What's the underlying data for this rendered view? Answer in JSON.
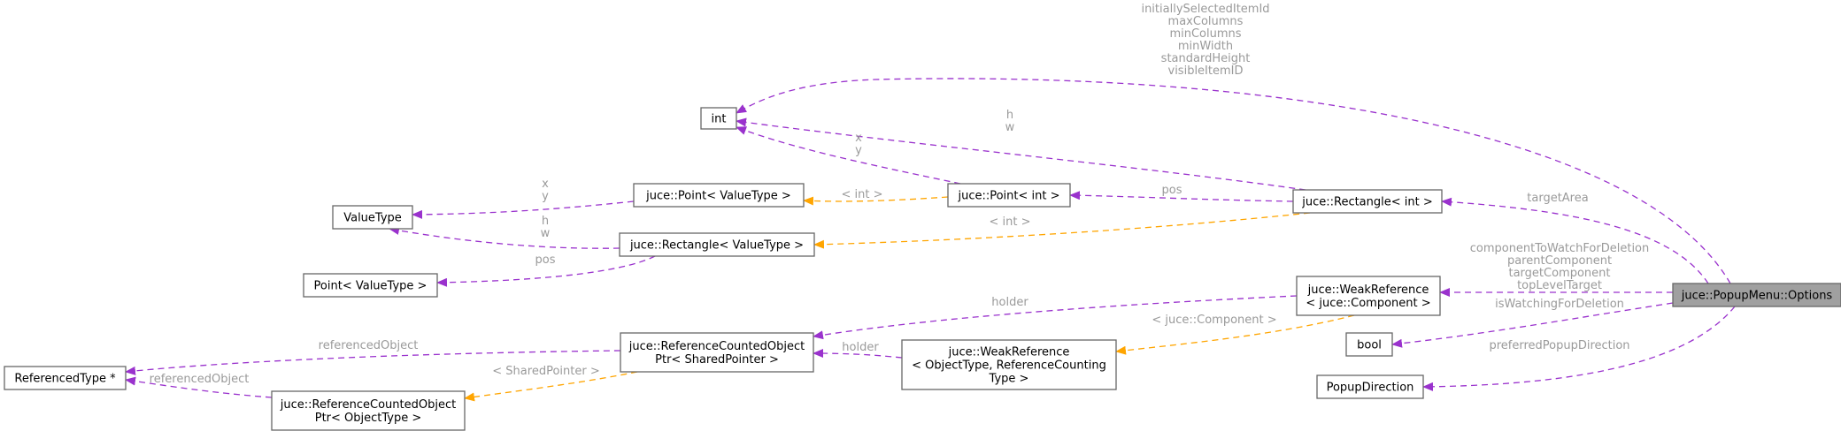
{
  "colors": {
    "member_edge": "#9a32cd",
    "template_edge": "#ffa500",
    "node_border": "#666666",
    "main_fill": "#a0a0a0",
    "label": "#9a9a9a"
  },
  "nodes": [
    {
      "id": "options",
      "lines": [
        "juce::PopupMenu::Options"
      ],
      "main": true
    },
    {
      "id": "int",
      "lines": [
        "int"
      ]
    },
    {
      "id": "rect_int",
      "lines": [
        "juce::Rectangle< int >"
      ]
    },
    {
      "id": "point_int",
      "lines": [
        "juce::Point< int >"
      ]
    },
    {
      "id": "point_vt",
      "lines": [
        "juce::Point< ValueType >"
      ]
    },
    {
      "id": "valuetype",
      "lines": [
        "ValueType"
      ]
    },
    {
      "id": "rect_vt",
      "lines": [
        "juce::Rectangle< ValueType >"
      ]
    },
    {
      "id": "point_vt2",
      "lines": [
        "Point< ValueType >"
      ]
    },
    {
      "id": "weakref_comp",
      "lines": [
        "juce::WeakReference",
        "< juce::Component >"
      ]
    },
    {
      "id": "rcop_sp",
      "lines": [
        "juce::ReferenceCountedObject",
        "Ptr< SharedPointer >"
      ]
    },
    {
      "id": "weakref_ot",
      "lines": [
        "juce::WeakReference",
        "< ObjectType, ReferenceCounting",
        "Type >"
      ]
    },
    {
      "id": "reftype",
      "lines": [
        "ReferencedType *"
      ]
    },
    {
      "id": "rcop_ot",
      "lines": [
        "juce::ReferenceCountedObject",
        "Ptr< ObjectType >"
      ]
    },
    {
      "id": "bool",
      "lines": [
        "bool"
      ]
    },
    {
      "id": "popupdir",
      "lines": [
        "PopupDirection"
      ]
    }
  ],
  "edges": [
    {
      "id": "options_int",
      "kind": "member",
      "labels": [
        "initiallySelectedItemId",
        "maxColumns",
        "minColumns",
        "minWidth",
        "standardHeight",
        "visibleItemID"
      ]
    },
    {
      "id": "rectint_int",
      "kind": "member",
      "labels": [
        "h",
        "w"
      ]
    },
    {
      "id": "pointint_int",
      "kind": "member",
      "labels": [
        "x",
        "y"
      ]
    },
    {
      "id": "rectint_pointint",
      "kind": "member",
      "labels": [
        "pos"
      ]
    },
    {
      "id": "options_rectint",
      "kind": "member",
      "labels": [
        "targetArea"
      ]
    },
    {
      "id": "options_weakref",
      "kind": "member",
      "labels": [
        "componentToWatchForDeletion",
        "parentComponent",
        "targetComponent",
        "topLevelTarget"
      ]
    },
    {
      "id": "options_bool",
      "kind": "member",
      "labels": [
        "isWatchingForDeletion"
      ]
    },
    {
      "id": "options_popupdir",
      "kind": "member",
      "labels": [
        "preferredPopupDirection"
      ]
    },
    {
      "id": "pointvt_valuetype",
      "kind": "member",
      "labels": [
        "x",
        "y"
      ]
    },
    {
      "id": "rectvt_valuetype",
      "kind": "member",
      "labels": [
        "h",
        "w"
      ]
    },
    {
      "id": "rectvt_pointvt2",
      "kind": "member",
      "labels": [
        "pos"
      ]
    },
    {
      "id": "pointint_pointvt",
      "kind": "template",
      "labels": [
        "< int >"
      ]
    },
    {
      "id": "rectint_rectvt",
      "kind": "template",
      "labels": [
        "< int >"
      ]
    },
    {
      "id": "weakref_rcopsp",
      "kind": "member",
      "labels": [
        "holder"
      ]
    },
    {
      "id": "weakrefot_rcopsp",
      "kind": "member",
      "labels": [
        "holder"
      ]
    },
    {
      "id": "weakrefcomp_weakrefot",
      "kind": "template",
      "labels": [
        "< juce::Component >"
      ]
    },
    {
      "id": "rcopsp_reftype",
      "kind": "member",
      "labels": [
        "referencedObject"
      ]
    },
    {
      "id": "rcopot_reftype",
      "kind": "member",
      "labels": [
        "referencedObject"
      ]
    },
    {
      "id": "rcopsp_rcopot",
      "kind": "template",
      "labels": [
        "< SharedPointer >"
      ]
    }
  ]
}
